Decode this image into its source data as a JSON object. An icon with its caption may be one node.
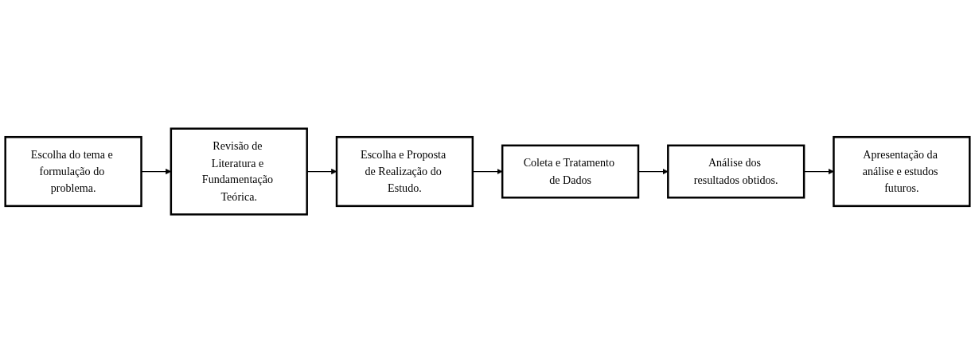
{
  "diagram": {
    "nodes": [
      {
        "text": [
          "Escolha do tema e formulação do problema."
        ]
      },
      {
        "text": [
          "Revisão de Literatura e Fundamentação Teórica."
        ]
      },
      {
        "text": [
          "Escolha e Proposta de Realização do Estudo."
        ]
      },
      {
        "text": [
          "Coleta e Tratamento de Dados"
        ]
      },
      {
        "text": [
          "Análise dos resultados obtidos."
        ]
      },
      {
        "text": [
          "Apresentação da análise e estudos futuros."
        ]
      }
    ],
    "edges": [
      {
        "from": 0,
        "to": 1,
        "arrow": "to"
      },
      {
        "from": 1,
        "to": 2,
        "arrow": "to"
      },
      {
        "from": 2,
        "to": 3,
        "arrow": "to"
      },
      {
        "from": 3,
        "to": 4,
        "arrow": "to"
      },
      {
        "from": 4,
        "to": 5,
        "arrow": "to"
      }
    ]
  }
}
